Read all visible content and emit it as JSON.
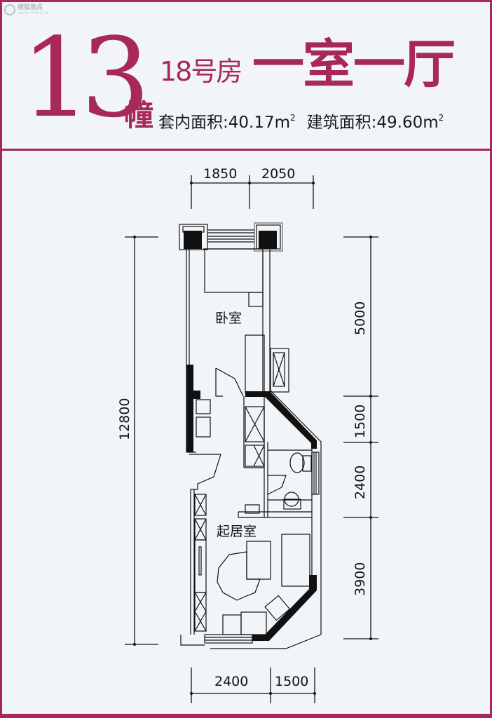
{
  "header": {
    "logo_text": "搜狐焦点",
    "logo_sub": "HOUSE.FOCUS.CN",
    "building_number": "13",
    "building_unit": "幢",
    "room_number": "18号房",
    "layout_type": "一室一厅",
    "inner_area_label": "套内面积:",
    "inner_area_value": "40.17m",
    "building_area_label": "建筑面积:",
    "building_area_value": "49.60m",
    "area_unit_sup": "2"
  },
  "colors": {
    "brand": "#a8285a",
    "background": "#f2f5f8",
    "line": "#111111"
  },
  "floorplan": {
    "rooms": [
      {
        "name": "卧室",
        "label": "卧室"
      },
      {
        "name": "living-room",
        "label": "起居室"
      }
    ],
    "dimensions": {
      "top": [
        "1850",
        "2050"
      ],
      "bottom": [
        "2400",
        "1500"
      ],
      "left": [
        "12800"
      ],
      "right": [
        "5000",
        "1500",
        "2400",
        "3900"
      ]
    }
  }
}
